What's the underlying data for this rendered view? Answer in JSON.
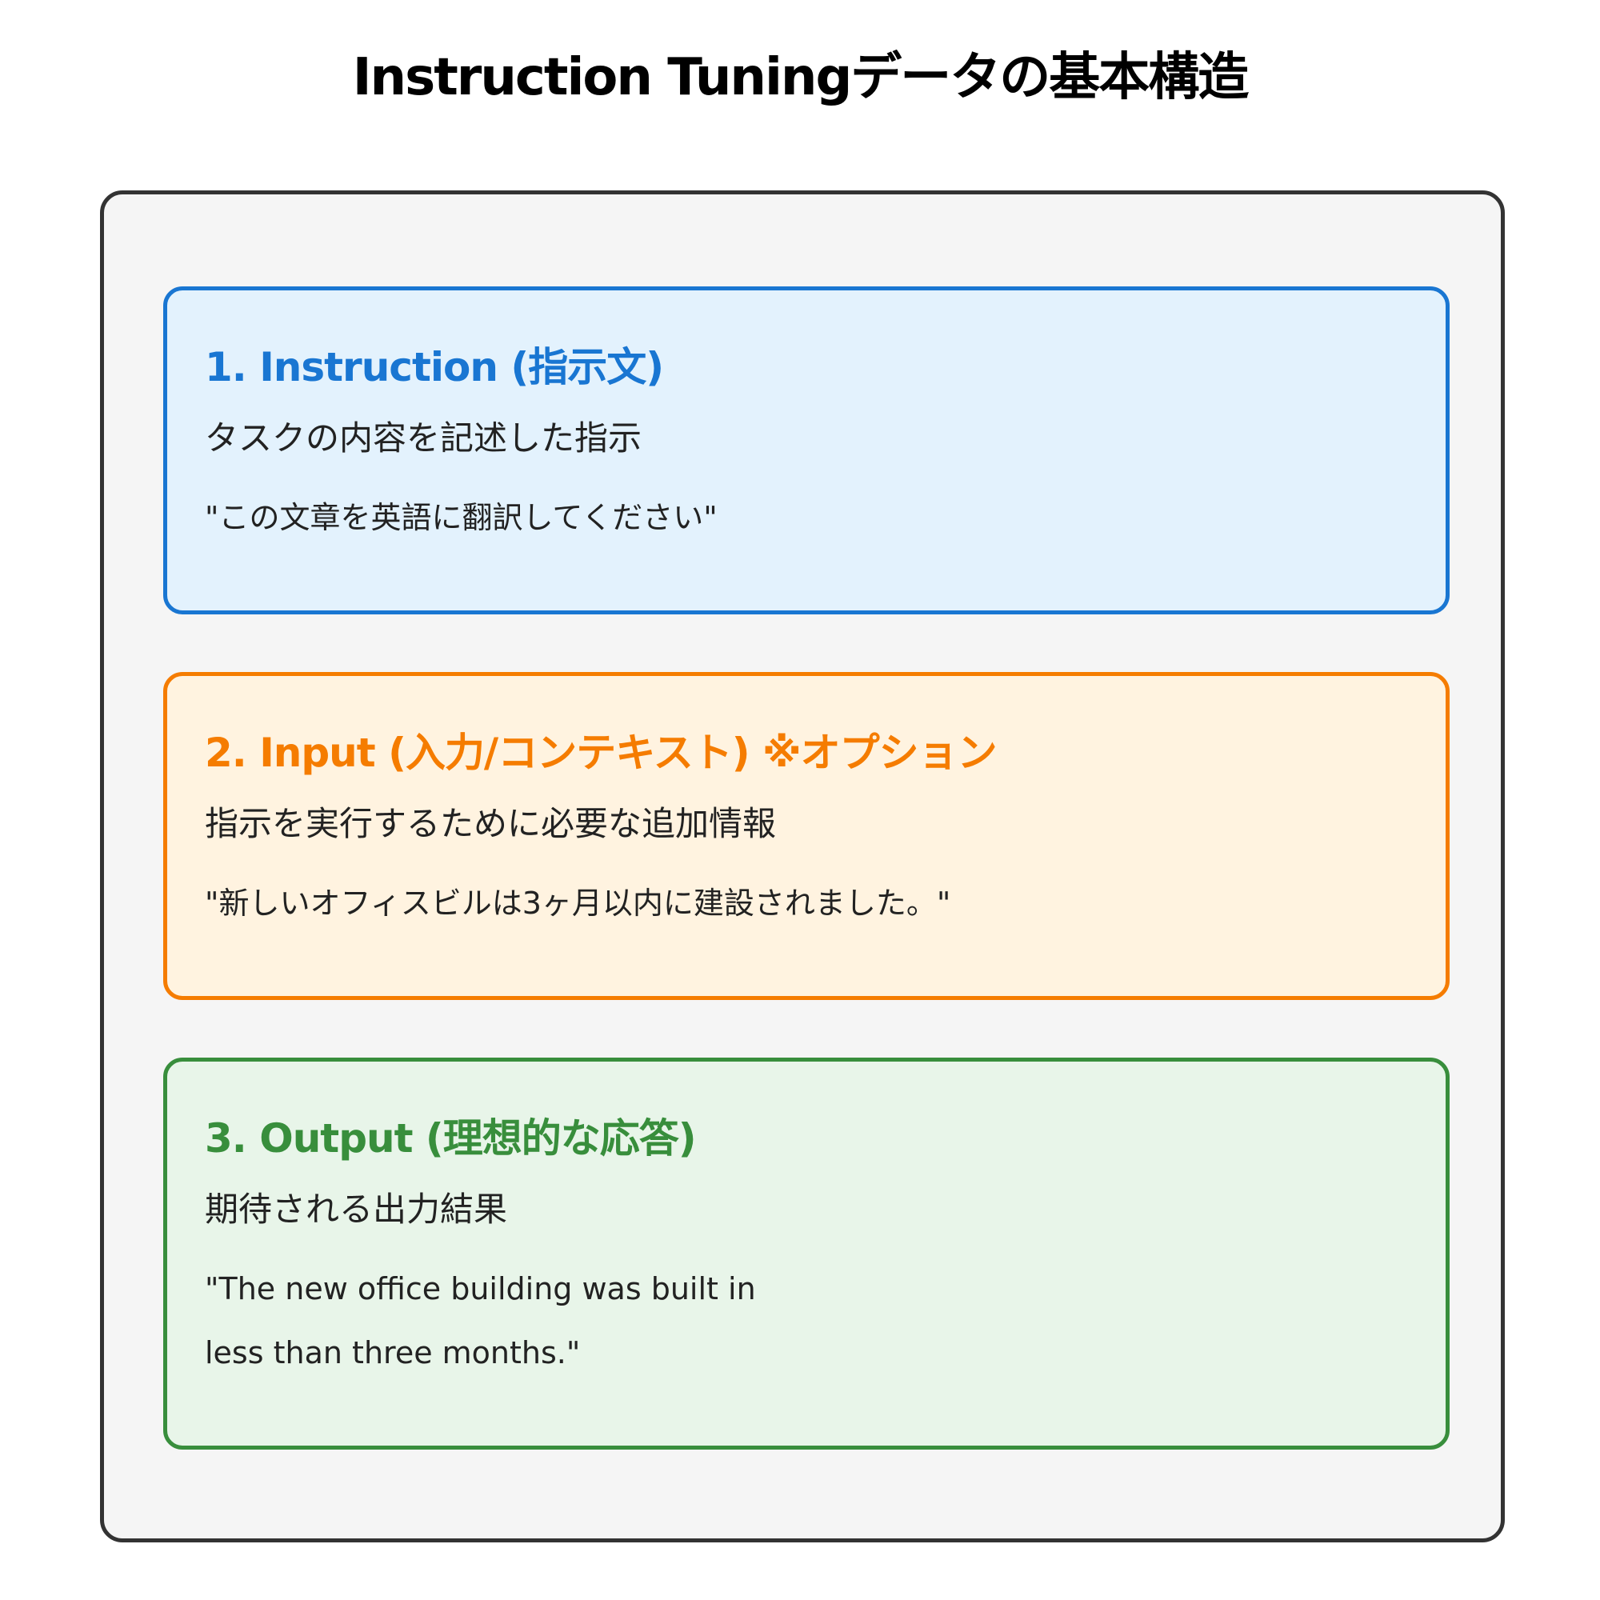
{
  "title": "Instruction Tuningデータの基本構造",
  "cards": [
    {
      "heading": "1. Instruction (指示文)",
      "description": "タスクの内容を記述した指示",
      "example": "\"この文章を英語に翻訳してください\"",
      "accent_color": "#1976d2",
      "background_color": "#e3f2fd"
    },
    {
      "heading": "2. Input (入力/コンテキスト) ※オプション",
      "description": "指示を実行するために必要な追加情報",
      "example": "\"新しいオフィスビルは3ヶ月以内に建設されました。\"",
      "accent_color": "#f57c00",
      "background_color": "#fff3e0"
    },
    {
      "heading": "3. Output (理想的な応答)",
      "description": "期待される出力結果",
      "example": "\"The new office building was built in less than three months.\"",
      "accent_color": "#388e3c",
      "background_color": "#e8f5e9"
    }
  ],
  "colors": {
    "frame_border": "#333333",
    "frame_background": "#f5f5f5",
    "text": "#222222"
  }
}
